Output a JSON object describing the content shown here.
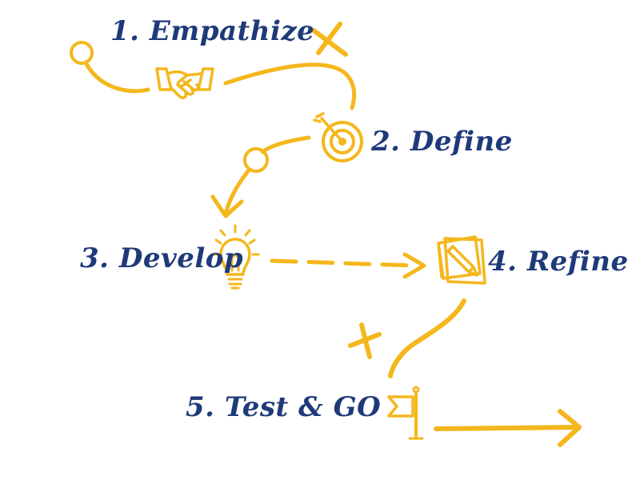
{
  "steps": [
    {
      "label": "1. Empathize",
      "icon": "handshake-icon"
    },
    {
      "label": "2. Define",
      "icon": "target-icon"
    },
    {
      "label": "3. Develop",
      "icon": "lightbulb-icon"
    },
    {
      "label": "4. Refine",
      "icon": "note-pencil-icon"
    },
    {
      "label": "5. Test & GO",
      "icon": "flag-icon"
    }
  ],
  "colors": {
    "text": "#1F3A7A",
    "accent": "#F4B71C"
  }
}
